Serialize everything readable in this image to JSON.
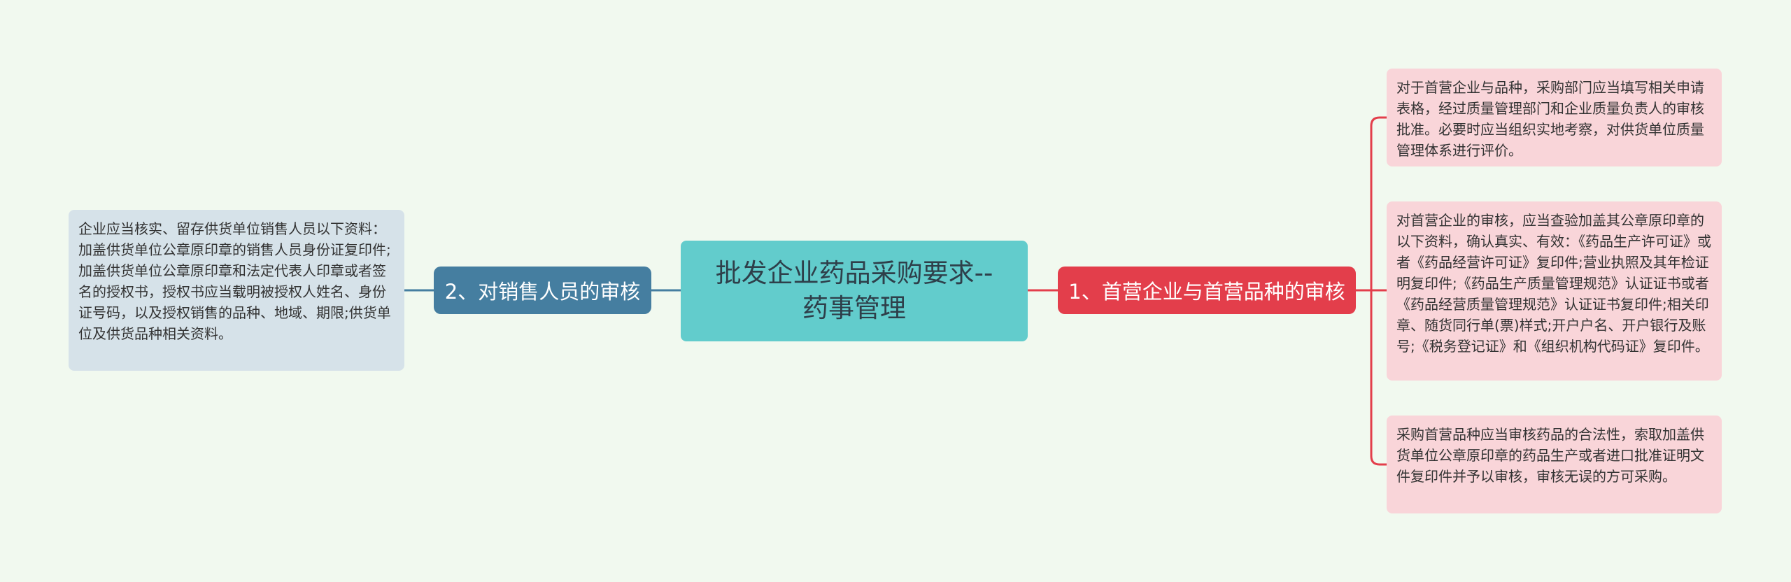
{
  "mindmap": {
    "root": {
      "line1": "批发企业药品采购要求--",
      "line2": "药事管理"
    },
    "branches": [
      {
        "label": "1、首营企业与首营品种的审核",
        "color": "#e33e4b",
        "leaves": [
          "对于首营企业与品种，采购部门应当填写相关申请表格，经过质量管理部门和企业质量负责人的审核批准。必要时应当组织实地考察，对供货单位质量管理体系进行评价。",
          "对首营企业的审核，应当查验加盖其公章原印章的以下资料，确认真实、有效：《药品生产许可证》或者《药品经营许可证》复印件;营业执照及其年检证明复印件;《药品生产质量管理规范》认证证书或者《药品经营质量管理规范》认证证书复印件;相关印章、随货同行单(票)样式;开户户名、开户银行及账号;《税务登记证》和《组织机构代码证》复印件。",
          "采购首营品种应当审核药品的合法性，索取加盖供货单位公章原印章的药品生产或者进口批准证明文件复印件并予以审核，审核无误的方可采购。"
        ]
      },
      {
        "label": "2、对销售人员的审核",
        "color": "#457ea0",
        "leaves": [
          "企业应当核实、留存供货单位销售人员以下资料：加盖供货单位公章原印章的销售人员身份证复印件;加盖供货单位公章原印章和法定代表人印章或者签名的授权书，授权书应当载明被授权人姓名、身份证号码，以及授权销售的品种、地域、期限;供货单位及供货品种相关资料。"
        ]
      }
    ]
  }
}
